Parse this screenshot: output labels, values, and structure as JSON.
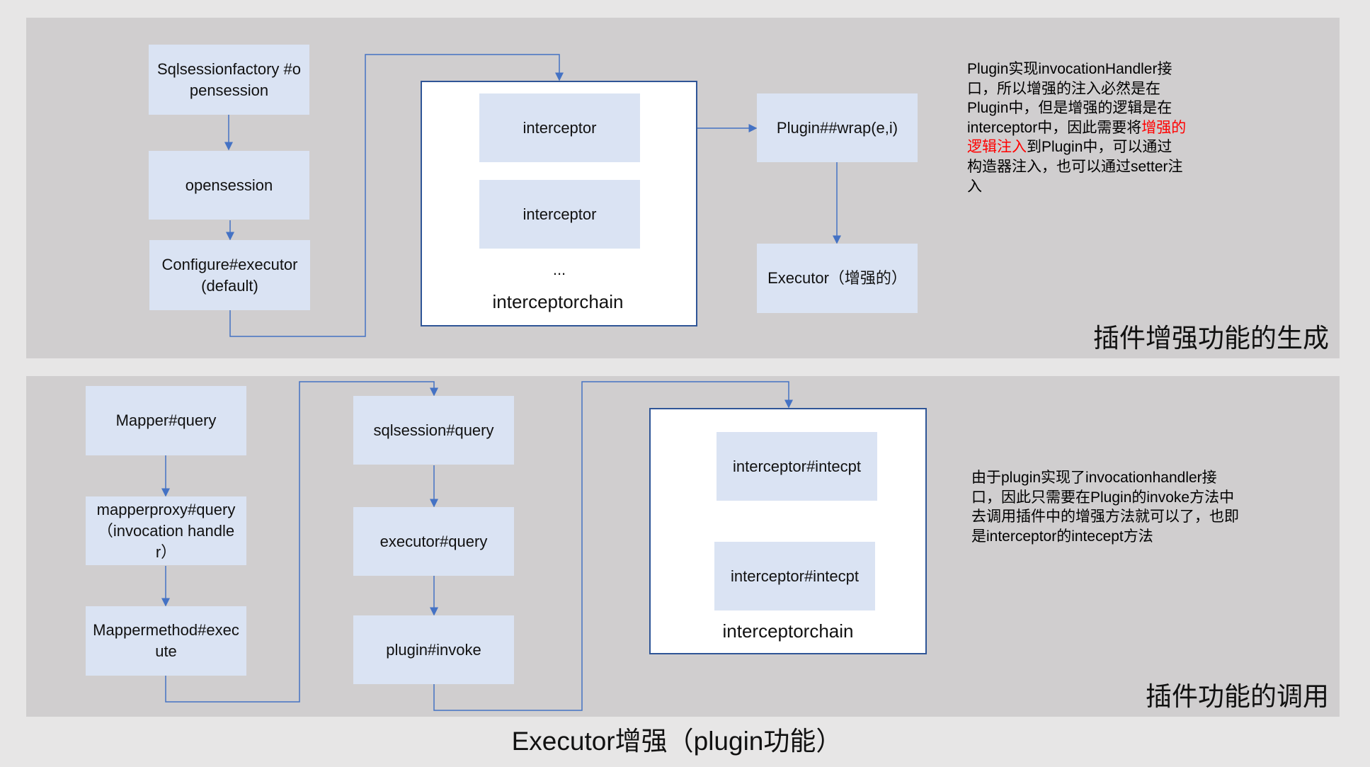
{
  "top_section": {
    "title": "插件增强功能的生成",
    "boxes": [
      "Sqlsessionfactory #opensession",
      "opensession",
      "Configure#executor(default)"
    ],
    "chain": {
      "items": [
        "interceptor",
        "interceptor"
      ],
      "ellipsis": "...",
      "label": "interceptorchain"
    },
    "plugin_wrap": "Plugin##wrap(e,i)",
    "executor": "Executor（增强的）",
    "note": {
      "before": "Plugin实现invocationHandler接口，所以增强的注入必然是在Plugin中，但是增强的逻辑是在interceptor中，因此需要将",
      "highlight": "增强的逻辑注入",
      "after": "到Plugin中，可以通过构造器注入，也可以通过setter注入"
    }
  },
  "bottom_section": {
    "title": "插件功能的调用",
    "left_boxes": [
      "Mapper#query",
      "mapperproxy#query（invocation handler）",
      "Mappermethod#execute"
    ],
    "mid_boxes": [
      "sqlsession#query",
      "executor#query",
      "plugin#invoke"
    ],
    "chain": {
      "items": [
        "interceptor#intecpt",
        "interceptor#intecpt"
      ],
      "label": "interceptorchain"
    },
    "note": "由于plugin实现了invocationhandler接口，因此只需要在Plugin的invoke方法中去调用插件中的增强方法就可以了，也即是interceptor的intecept方法"
  },
  "caption": "Executor增强（plugin功能）",
  "colors": {
    "connector": "#4472c4",
    "box": "#dae3f3",
    "panel": "#d0cecf",
    "highlight": "#ff0000"
  }
}
